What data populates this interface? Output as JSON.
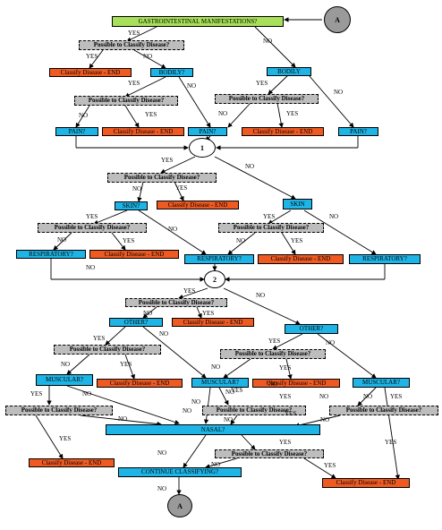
{
  "nodes": [
    {
      "id": "gi",
      "type": "start",
      "text": "GASTROINTESTINAL MANIFESTATIONS?"
    },
    {
      "id": "conA_top",
      "type": "connector-grey",
      "text": "A"
    },
    {
      "id": "c1",
      "type": "check",
      "text": "Possible to Classify Disease?"
    },
    {
      "id": "e1",
      "type": "terminal",
      "text": "Classify Disease - END"
    },
    {
      "id": "bodily_q",
      "type": "question",
      "text": "BODILY?"
    },
    {
      "id": "bodily_r",
      "type": "question",
      "text": "BODILY"
    },
    {
      "id": "c2",
      "type": "check",
      "text": "Possible to Classify Disease?"
    },
    {
      "id": "c3",
      "type": "check",
      "text": "Possible to Classify Disease?"
    },
    {
      "id": "pain1",
      "type": "question",
      "text": "PAIN?"
    },
    {
      "id": "e2",
      "type": "terminal",
      "text": "Classify Disease - END"
    },
    {
      "id": "pain2",
      "type": "question",
      "text": "PAIN?"
    },
    {
      "id": "e3",
      "type": "terminal",
      "text": "Classify Disease - END"
    },
    {
      "id": "pain3",
      "type": "question",
      "text": "PAIN?"
    },
    {
      "id": "con1",
      "type": "connector",
      "text": "1"
    },
    {
      "id": "c4",
      "type": "check",
      "text": "Possible to Classify Disease?"
    },
    {
      "id": "e4",
      "type": "terminal",
      "text": "Classify Disease - END"
    },
    {
      "id": "skin_q",
      "type": "question",
      "text": "SKIN?"
    },
    {
      "id": "skin_r",
      "type": "question",
      "text": "SKIN"
    },
    {
      "id": "c5",
      "type": "check",
      "text": "Possible to Classify Disease?"
    },
    {
      "id": "c6",
      "type": "check",
      "text": "Possible to Classify Disease?"
    },
    {
      "id": "resp1",
      "type": "question",
      "text": "RESPIRATORY?"
    },
    {
      "id": "e5",
      "type": "terminal",
      "text": "Classify Disease - END"
    },
    {
      "id": "resp2",
      "type": "question",
      "text": "RESPIRATORY?"
    },
    {
      "id": "e6",
      "type": "terminal",
      "text": "Classify Disease - END"
    },
    {
      "id": "resp3",
      "type": "question",
      "text": "RESPIRATORY?"
    },
    {
      "id": "con2",
      "type": "connector",
      "text": "2"
    },
    {
      "id": "c7",
      "type": "check",
      "text": "Possible to Classify Disease?"
    },
    {
      "id": "other_q",
      "type": "question",
      "text": "OTHER?"
    },
    {
      "id": "e7",
      "type": "terminal",
      "text": "Classify Disease - END"
    },
    {
      "id": "other_r",
      "type": "question",
      "text": "OTHER?"
    },
    {
      "id": "c8",
      "type": "check",
      "text": "Possible to Classify Disease?"
    },
    {
      "id": "c9",
      "type": "check",
      "text": "Possible to Classify Disease?"
    },
    {
      "id": "musc1",
      "type": "question",
      "text": "MUSCULAR?"
    },
    {
      "id": "e8",
      "type": "terminal",
      "text": "Classify Disease - END"
    },
    {
      "id": "musc2",
      "type": "question",
      "text": "MUSCULAR?"
    },
    {
      "id": "e9",
      "type": "terminal",
      "text": "Classify Disease - END"
    },
    {
      "id": "musc3",
      "type": "question",
      "text": "MUSCULAR?"
    },
    {
      "id": "c10",
      "type": "check",
      "text": "Possible to Classify Disease?"
    },
    {
      "id": "c11",
      "type": "check",
      "text": "Possible to Classify Disease?"
    },
    {
      "id": "c12",
      "type": "check",
      "text": "Possible to Classify Disease?"
    },
    {
      "id": "nasal",
      "type": "question",
      "text": "NASAL?"
    },
    {
      "id": "e10",
      "type": "terminal",
      "text": "Classify Disease - END"
    },
    {
      "id": "c13",
      "type": "check",
      "text": "Possible to Classify Disease?"
    },
    {
      "id": "cont",
      "type": "question",
      "text": "CONTINUE CLASSIFYING?"
    },
    {
      "id": "e11",
      "type": "terminal",
      "text": "Classify Disease - END"
    },
    {
      "id": "conA_bot",
      "type": "connector-grey",
      "text": "A"
    }
  ],
  "edge_labels": [
    "YES",
    "NO",
    "YES",
    "NO",
    "YES",
    "NO",
    "NO",
    "YES",
    "NO",
    "YES",
    "NO",
    "YES",
    "NO",
    "YES",
    "NO",
    "YES",
    "NO",
    "NO",
    "YES",
    "YES",
    "NO",
    "NO",
    "YES",
    "YES",
    "NO",
    "NO",
    "YES",
    "NO",
    "YES",
    "NO",
    "YES",
    "NO",
    "YES",
    "YES",
    "NO",
    "YES",
    "NO",
    "YES",
    "NO",
    "NO",
    "YES",
    "NO",
    "NO",
    "YES",
    "NO",
    "YES",
    "NO",
    "NO",
    "YES",
    "NO",
    "NO",
    "YES",
    "NO",
    "YES",
    "NO",
    "YES",
    "NO",
    "YES",
    "NO"
  ]
}
